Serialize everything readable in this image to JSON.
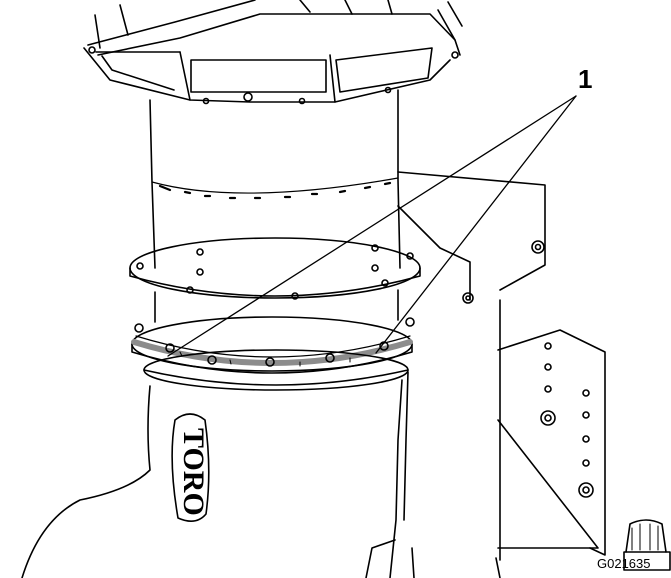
{
  "figure": {
    "callout": "1",
    "figure_id": "G021635",
    "logo_text": "TORO"
  },
  "colors": {
    "line": "#000000",
    "band": "#8c8c8c",
    "background": "#ffffff"
  }
}
